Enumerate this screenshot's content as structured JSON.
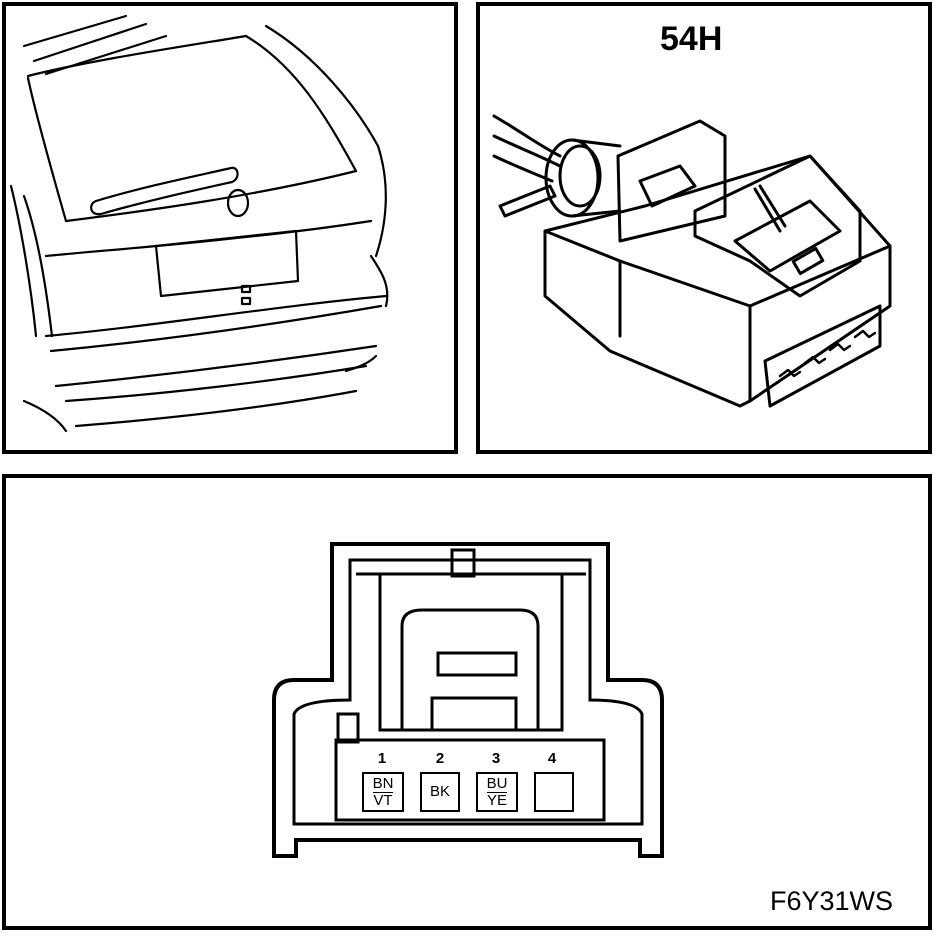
{
  "connector": {
    "code": "54H",
    "figure_id": "F6Y31WS",
    "pins": [
      {
        "number": "1",
        "wire_colors": [
          "BN",
          "VT"
        ]
      },
      {
        "number": "2",
        "wire_colors": [
          "BK"
        ]
      },
      {
        "number": "3",
        "wire_colors": [
          "BU",
          "YE"
        ]
      },
      {
        "number": "4",
        "wire_colors": []
      }
    ]
  },
  "icons": {
    "vehicle": "vehicle-rear-view-icon",
    "connector": "connector-housing-icon"
  },
  "colors": {
    "line": "#000000",
    "background": "#ffffff"
  }
}
